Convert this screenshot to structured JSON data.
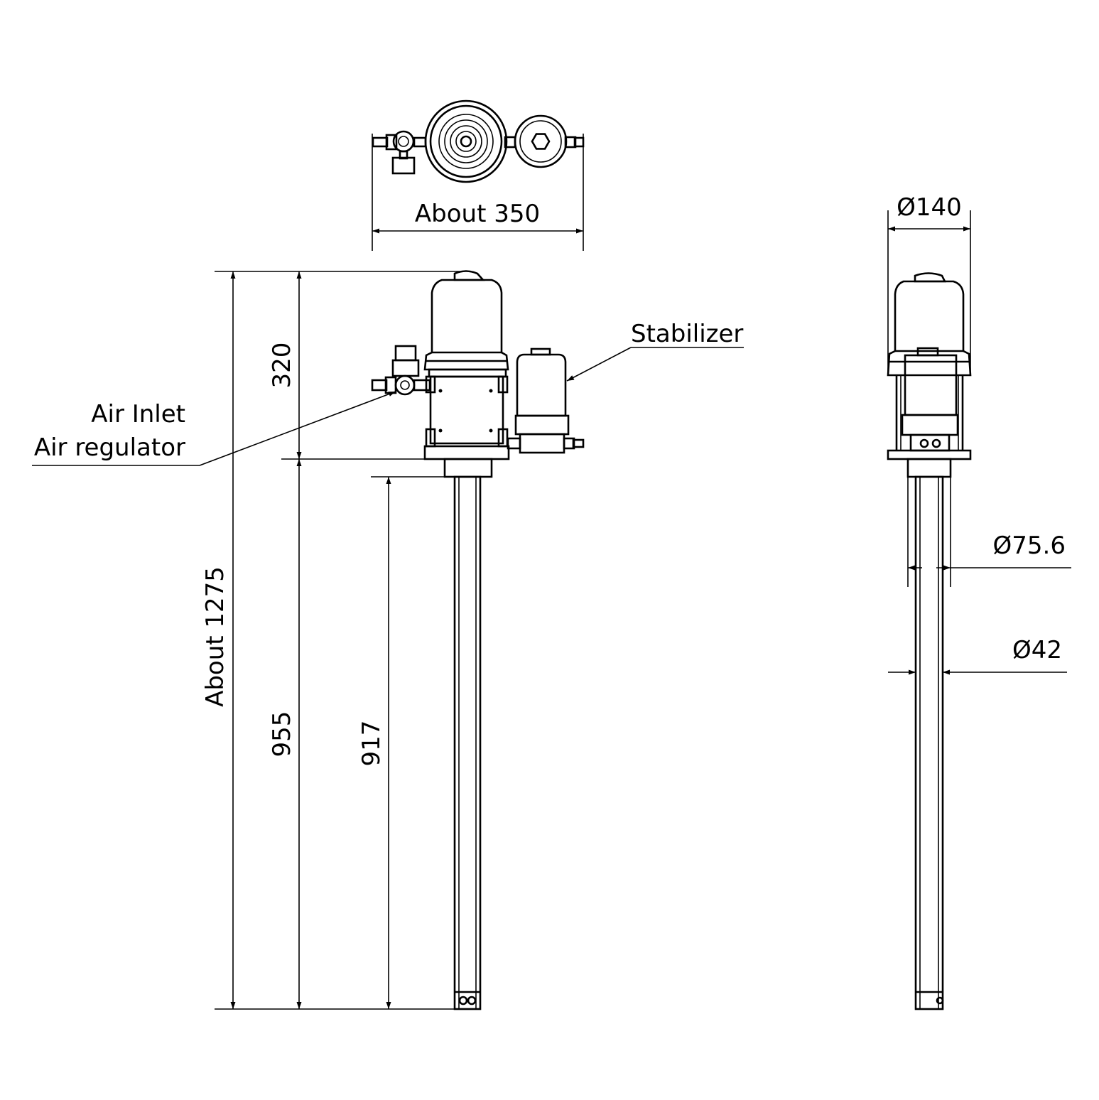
{
  "labels": {
    "width_top": "About 350",
    "height_total": "About 1275",
    "height_head": "320",
    "height_lower": "955",
    "height_tube": "917",
    "callout_air_inlet": "Air Inlet",
    "callout_air_regulator": "Air regulator",
    "callout_stabilizer": "Stabilizer",
    "diameter_head": "Ø140",
    "diameter_outer_tube": "Ø75.6",
    "diameter_inner_tube": "Ø42"
  }
}
